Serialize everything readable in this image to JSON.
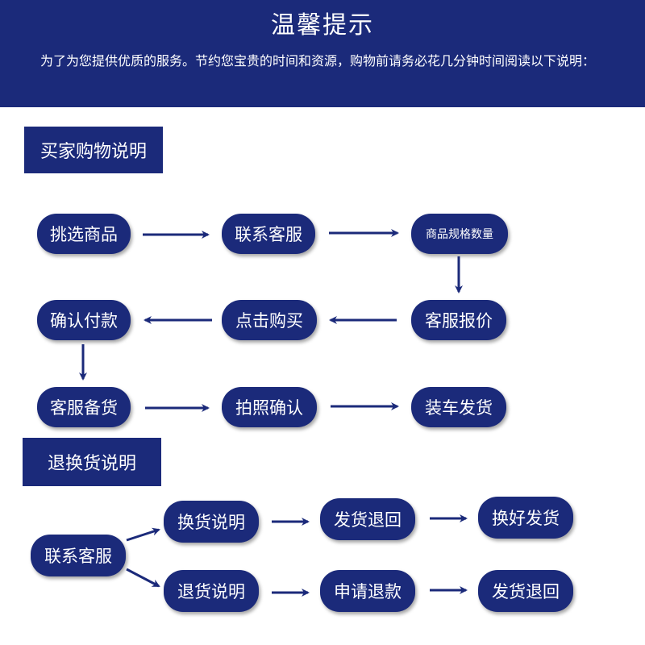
{
  "header": {
    "title": "温馨提示",
    "desc": "为了为您提供优质的服务。节约您宝贵的时间和资源，购物前请务必花几分钟时间阅读以下说明："
  },
  "sections": {
    "buyer": "买家购物说明",
    "returns": "退换货说明"
  },
  "buyer_flow": {
    "pick": "挑选商品",
    "contact": "联系客服",
    "spec": "商品规格数量",
    "quote": "客服报价",
    "buy": "点击购买",
    "confirm_pay": "确认付款",
    "prepare": "客服备货",
    "photo": "拍照确认",
    "ship": "装车发货"
  },
  "return_flow": {
    "contact": "联系客服",
    "exchange_info": "换货说明",
    "ship_back_1": "发货退回",
    "exchange_ship": "换好发货",
    "return_info": "退货说明",
    "refund": "申请退款",
    "ship_back_2": "发货退回"
  },
  "colors": {
    "primary": "#1b2a7a",
    "text": "#ffffff"
  }
}
